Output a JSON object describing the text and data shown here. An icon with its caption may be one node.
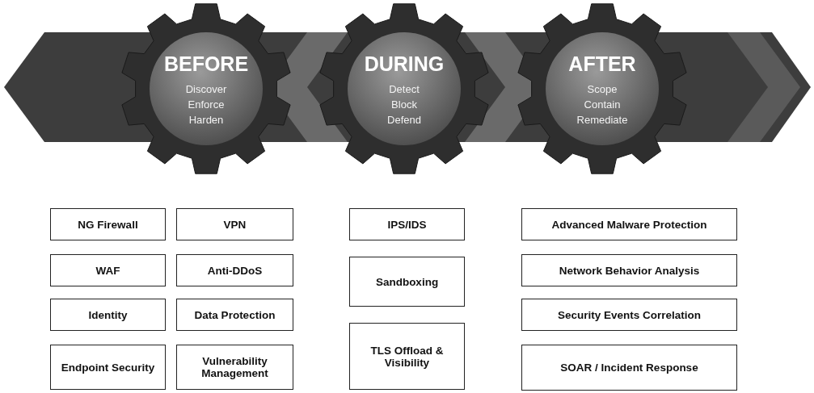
{
  "diagram": {
    "nodes": [
      {
        "text": [
          "BEFORE",
          "Discover Enforce Harden"
        ]
      },
      {
        "text": [
          "DURING",
          "Detect Block Defend"
        ]
      },
      {
        "text": [
          "AFTER",
          "Scope Contain Remediate"
        ]
      },
      {
        "text": [
          "NG Firewall"
        ]
      },
      {
        "text": [
          "VPN"
        ]
      },
      {
        "text": [
          "WAF"
        ]
      },
      {
        "text": [
          "Anti-DDoS"
        ]
      },
      {
        "text": [
          "Identity"
        ]
      },
      {
        "text": [
          "Data Protection"
        ]
      },
      {
        "text": [
          "Endpoint Security"
        ]
      },
      {
        "text": [
          "Vulnerability Management"
        ]
      },
      {
        "text": [
          "IPS/IDS"
        ]
      },
      {
        "text": [
          "Sandboxing"
        ]
      },
      {
        "text": [
          "TLS Offload & Visibility"
        ]
      },
      {
        "text": [
          "Advanced Malware Protection"
        ]
      },
      {
        "text": [
          "Network Behavior Analysis"
        ]
      },
      {
        "text": [
          "Security Events Correlation"
        ]
      },
      {
        "text": [
          "SOAR / Incident Response"
        ]
      }
    ]
  }
}
